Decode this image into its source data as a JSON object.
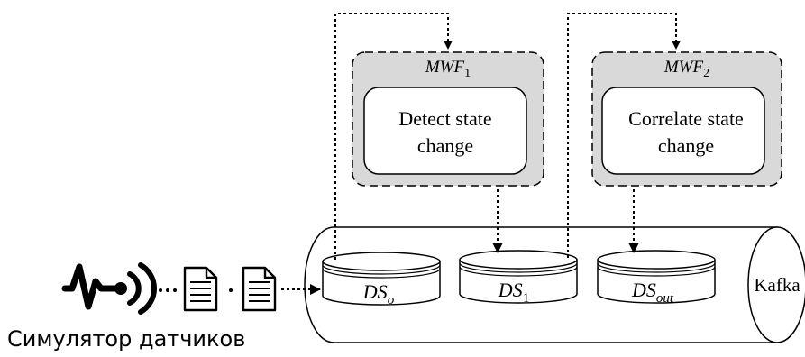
{
  "workflows": [
    {
      "label_base": "MWF",
      "label_sub": "1",
      "task_line1": "Detect state",
      "task_line2": "change"
    },
    {
      "label_base": "MWF",
      "label_sub": "2",
      "task_line1": "Correlate state",
      "task_line2": "change"
    }
  ],
  "streams": [
    {
      "base": "DS",
      "sub": "o"
    },
    {
      "base": "DS",
      "sub": "1"
    },
    {
      "base": "DS",
      "sub": "out"
    }
  ],
  "broker_label": "Kafka",
  "simulator_label": "Симулятор датчиков",
  "icons": {
    "sensor": "signal-wave-icon",
    "document": "document-icon"
  },
  "colors": {
    "workflow_fill": "#d9d9d9",
    "task_fill": "#ffffff",
    "stroke": "#000000"
  }
}
